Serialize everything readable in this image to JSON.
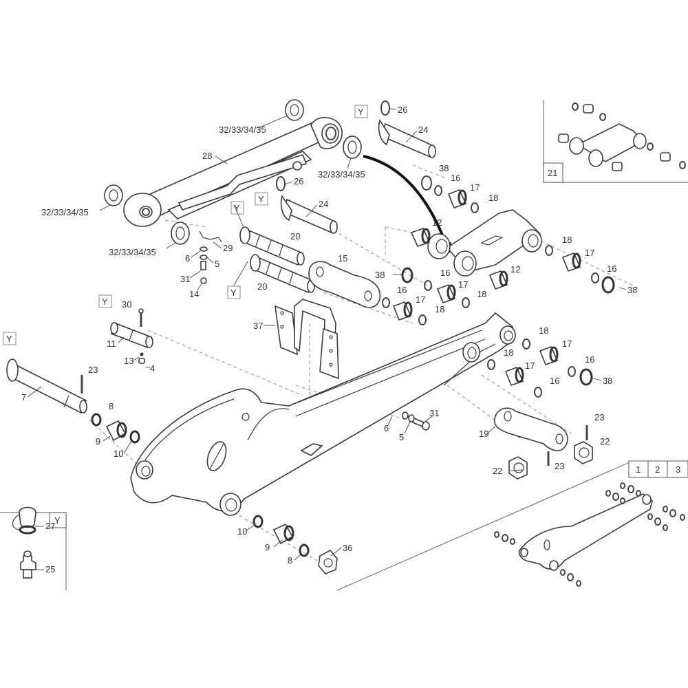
{
  "diagram": {
    "title": "Exploded view - loader arm, linkage and cylinder",
    "reference_marker": "Y",
    "variant_table": [
      "1",
      "2",
      "3"
    ],
    "inset_label": "21",
    "callouts": {
      "cyl_washer_a": "32/33/34/35",
      "cyl_washer_b": "32/33/34/35",
      "cyl_washer_c": "32/33/34/35",
      "cyl_washer_d": "32/33/34/35",
      "cylinder": "28",
      "clip_top": "26",
      "pin_top": "24",
      "clip_mid": "26",
      "pin_mid": "24",
      "bracket_29": "29",
      "washer_6a": "6",
      "washer_5a": "5",
      "bolt_31a": "31",
      "cap_14": "14",
      "pin_20a": "20",
      "pin_20b": "20",
      "plate_15": "15",
      "seal_38a": "38",
      "ring_16a": "16",
      "bush_17a": "17",
      "ring_18a": "18",
      "bush_12a": "12",
      "bush_12b": "12",
      "ring_18b": "18",
      "bush_17b": "17",
      "ring_16b": "16",
      "seal_38b": "38",
      "seal_38c": "38",
      "ring_16c": "16",
      "bush_17c": "17",
      "ring_18c": "18",
      "ring_16d": "16",
      "bush_17d": "17",
      "ring_18d": "18",
      "bracket_37": "37",
      "bolt_30": "30",
      "pin_11": "11",
      "nipple_13": "13",
      "cap_4": "4",
      "pin_7": "7",
      "pin_23a": "23",
      "ring_8a": "8",
      "bush_9a": "9",
      "ring_10a": "10",
      "ring_18e": "18",
      "bush_17e": "17",
      "ring_16e": "16",
      "seal_38d": "38",
      "ring_18f": "18",
      "bush_17f": "17",
      "ring_16f": "16",
      "washer_6b": "6",
      "washer_5b": "5",
      "bolt_31b": "31",
      "plate_19": "19",
      "pin_23b": "23",
      "nut_22a": "22",
      "nut_22b": "22",
      "pin_23c": "23",
      "ring_10b": "10",
      "bush_9b": "9",
      "ring_8b": "8",
      "nut_36": "36",
      "cap_27": "27",
      "nipple_25": "25"
    }
  }
}
